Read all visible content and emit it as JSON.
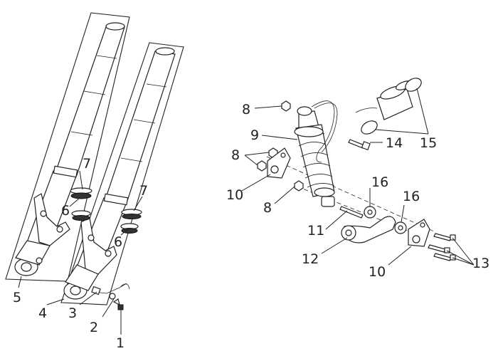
{
  "callouts": {
    "c1": "1",
    "c2": "2",
    "c3": "3",
    "c4": "4",
    "c5": "5",
    "c6a": "6",
    "c6b": "6",
    "c7a": "7",
    "c7b": "7",
    "c8a": "8",
    "c8b": "8",
    "c8c": "8",
    "c9": "9",
    "c10a": "10",
    "c10b": "10",
    "c11": "11",
    "c12": "12",
    "c13": "13",
    "c14": "14",
    "c15": "15",
    "c16a": "16",
    "c16b": "16"
  }
}
